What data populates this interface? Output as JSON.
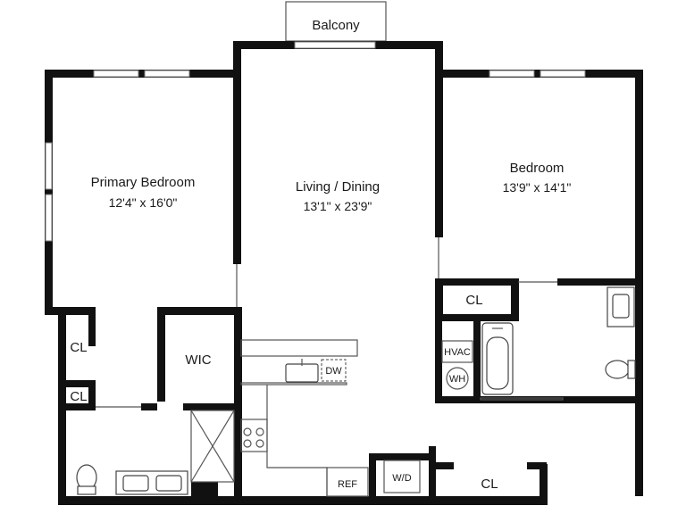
{
  "rooms": {
    "balcony": {
      "label": "Balcony"
    },
    "primary_bedroom": {
      "label": "Primary Bedroom",
      "dims": "12'4\" x 16'0\""
    },
    "living_dining": {
      "label": "Living / Dining",
      "dims": "13'1\" x 23'9\""
    },
    "bedroom": {
      "label": "Bedroom",
      "dims": "13'9\" x 14'1\""
    },
    "wic": {
      "label": "WIC"
    },
    "cl_left_upper": {
      "label": "CL"
    },
    "cl_left_lower": {
      "label": "CL"
    },
    "cl_center": {
      "label": "CL"
    },
    "cl_bottom_right": {
      "label": "CL"
    }
  },
  "fixtures": {
    "dishwasher": "DW",
    "hvac": "HVAC",
    "water_heater": "WH",
    "refrigerator": "REF",
    "washer_dryer": "W/D"
  }
}
